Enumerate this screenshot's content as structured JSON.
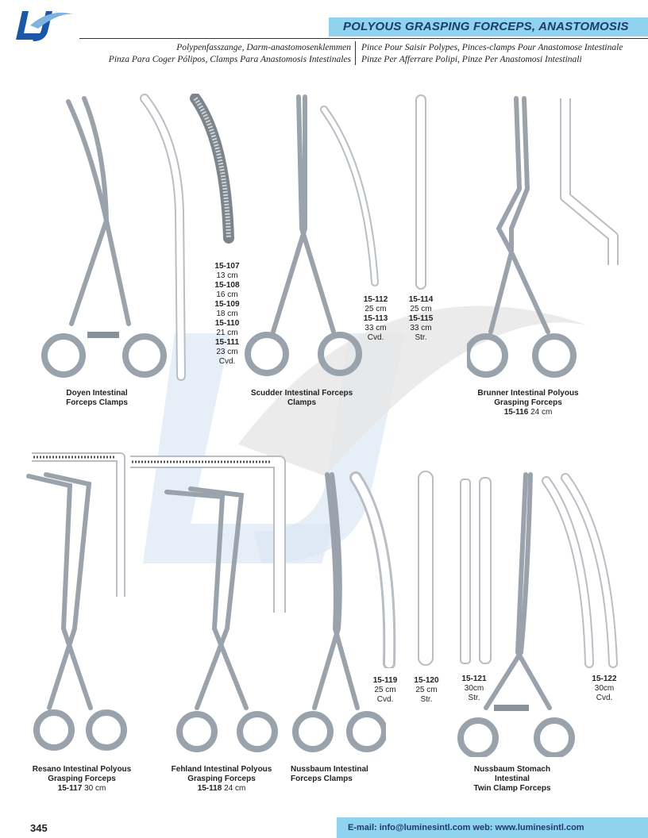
{
  "header": {
    "title": "POLYOUS GRASPING FORCEPS, ANASTOMOSIS",
    "subtitle_de": "Polypenfasszange, Darm-anastomosenklemmen",
    "subtitle_es": "Pinza Para Coger Pólipos, Clamps Para Anastomosis Intestinales",
    "subtitle_fr": "Pince Pour Saisir Polypes, Pinces-clamps Pour Anastomose Intestinale",
    "subtitle_it": "Pinze Per Afferrare Polipi, Pinze Per Anastomosi Intestinali"
  },
  "products": {
    "doyen": {
      "name_line1": "Doyen Intestinal",
      "name_line2": "Forceps Clamps",
      "sizes": [
        {
          "code": "15-107",
          "size": "13 cm"
        },
        {
          "code": "15-108",
          "size": "16 cm"
        },
        {
          "code": "15-109",
          "size": "18 cm"
        },
        {
          "code": "15-110",
          "size": "21 cm"
        },
        {
          "code": "15-111",
          "size": "23 cm"
        }
      ],
      "type": "Cvd."
    },
    "scudder": {
      "name_line1": "Scudder Intestinal Forceps",
      "name_line2": "Clamps",
      "cvd": {
        "code1": "15-112",
        "size1": "25 cm",
        "code2": "15-113",
        "size2": "33 cm",
        "type": "Cvd."
      },
      "str": {
        "code1": "15-114",
        "size1": "25 cm",
        "code2": "15-115",
        "size2": "33 cm",
        "type": "Str."
      }
    },
    "brunner": {
      "name_line1": "Brunner Intestinal Polyous",
      "name_line2": "Grasping Forceps",
      "code": "15-116",
      "size": "24 cm"
    },
    "resano": {
      "name_line1": "Resano Intestinal Polyous",
      "name_line2": "Grasping Forceps",
      "code": "15-117",
      "size": "30 cm"
    },
    "fehland": {
      "name_line1": "Fehland Intestinal Polyous",
      "name_line2": "Grasping Forceps",
      "code": "15-118",
      "size": "24 cm"
    },
    "nussbaum": {
      "name_line1": "Nussbaum Intestinal",
      "name_line2": "Forceps Clamps",
      "cvd": {
        "code": "15-119",
        "size": "25 cm",
        "type": "Cvd."
      },
      "str": {
        "code": "15-120",
        "size": "25 cm",
        "type": "Str."
      }
    },
    "nussbaum_stomach": {
      "name_line1": "Nussbaum Stomach",
      "name_line2": "Intestinal",
      "name_line3": "Twin Clamp Forceps",
      "str": {
        "code": "15-121",
        "size": "30cm",
        "type": "Str."
      },
      "cvd": {
        "code": "15-122",
        "size": "30cm",
        "type": "Cvd."
      }
    }
  },
  "footer": {
    "page_number": "345",
    "contact": "E-mail: info@luminesintl.com  web: www.luminesintl.com"
  },
  "colors": {
    "accent": "#8fd3ef",
    "title_text": "#1d3b6e",
    "logo_blue": "#1a57a8",
    "steel": "#9aa3ab"
  }
}
